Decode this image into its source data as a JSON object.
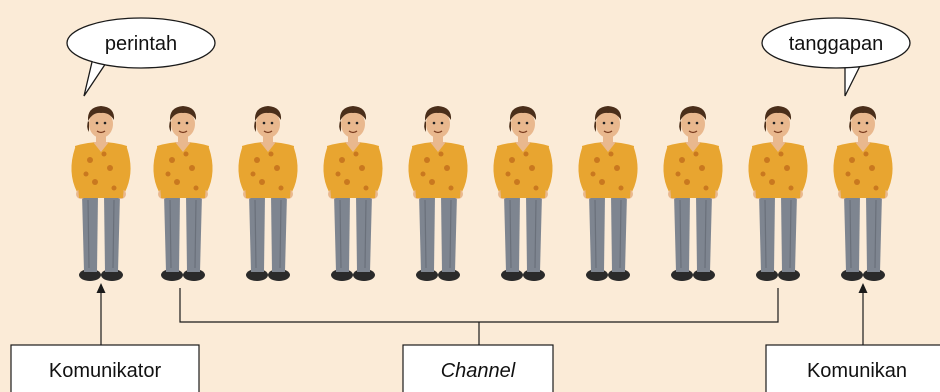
{
  "speech_bubbles": {
    "left": "perintah",
    "right": "tanggapan"
  },
  "labels": {
    "communicator": "Komunikator",
    "channel": "Channel",
    "communicant": "Komunikan"
  },
  "people_count": 10,
  "colors": {
    "background": "#FBEBD7",
    "shirt": "#E8A530",
    "pants": "#7E8590",
    "hair": "#4A2E1A",
    "skin": "#E9B88E",
    "line": "#1A1A1A"
  }
}
